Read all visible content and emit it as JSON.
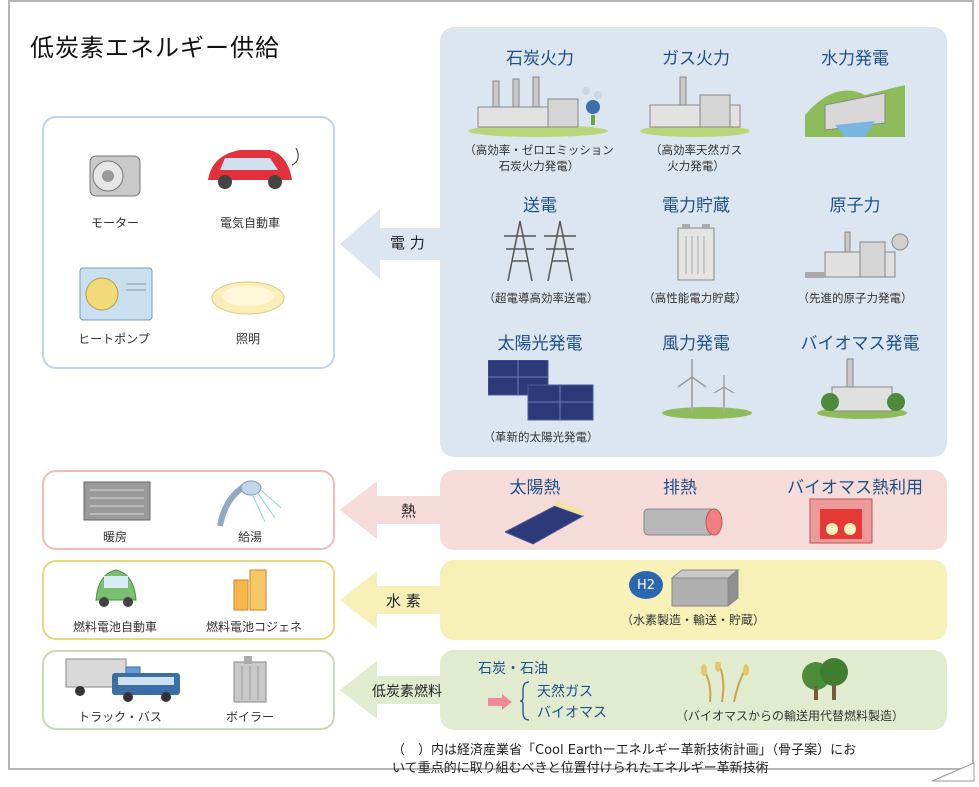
{
  "title": "低炭素エネルギー供給",
  "electric": {
    "label": "電 力",
    "techs": [
      {
        "title": "石炭火力",
        "note1": "（高効率・ゼロエミッション",
        "note2": "石炭火力発電）"
      },
      {
        "title": "ガス火力",
        "note1": "（高効率天然ガス",
        "note2": "火力発電）"
      },
      {
        "title": "水力発電",
        "note1": "",
        "note2": ""
      },
      {
        "title": "送電",
        "note1": "（超電導高効率送電）",
        "note2": ""
      },
      {
        "title": "電力貯蔵",
        "note1": "（高性能電力貯蔵）",
        "note2": ""
      },
      {
        "title": "原子力",
        "note1": "（先進的原子力発電）",
        "note2": ""
      },
      {
        "title": "太陽光発電",
        "note1": "（革新的太陽光発電）",
        "note2": ""
      },
      {
        "title": "風力発電",
        "note1": "",
        "note2": ""
      },
      {
        "title": "バイオマス発電",
        "note1": "",
        "note2": ""
      }
    ],
    "uses": [
      "モーター",
      "電気自動車",
      "ヒートポンプ",
      "照明"
    ]
  },
  "heat": {
    "label": "熱",
    "techs": [
      "太陽熱",
      "排熱",
      "バイオマス熱利用"
    ],
    "uses": [
      "暖房",
      "給湯"
    ]
  },
  "hydrogen": {
    "label": "水 素",
    "badge": "H2",
    "note": "（水素製造・輸送・貯蔵）",
    "uses": [
      "燃料電池自動車",
      "燃料電池コジェネ"
    ]
  },
  "fuel": {
    "label": "低炭素燃料",
    "line1": "石炭・石油",
    "line2": "天然ガス",
    "line3": "バイオマス",
    "note": "（バイオマスからの輸送用代替燃料製造）",
    "uses": [
      "トラック・バス",
      "ボイラー"
    ]
  },
  "footnote": {
    "line1": "（　）内は経済産業省「Cool Earthーエネルギー革新技術計画」（骨子案）にお",
    "line2": "いて重点的に取り組むべきと位置付けられたエネルギー革新技術"
  },
  "colors": {
    "blue_panel": "#dce6f0",
    "pink_panel": "#f6dcd9",
    "yellow_panel": "#f7f1b7",
    "green_panel": "#e1ebcf",
    "title_blue": "#1d4f8a"
  }
}
